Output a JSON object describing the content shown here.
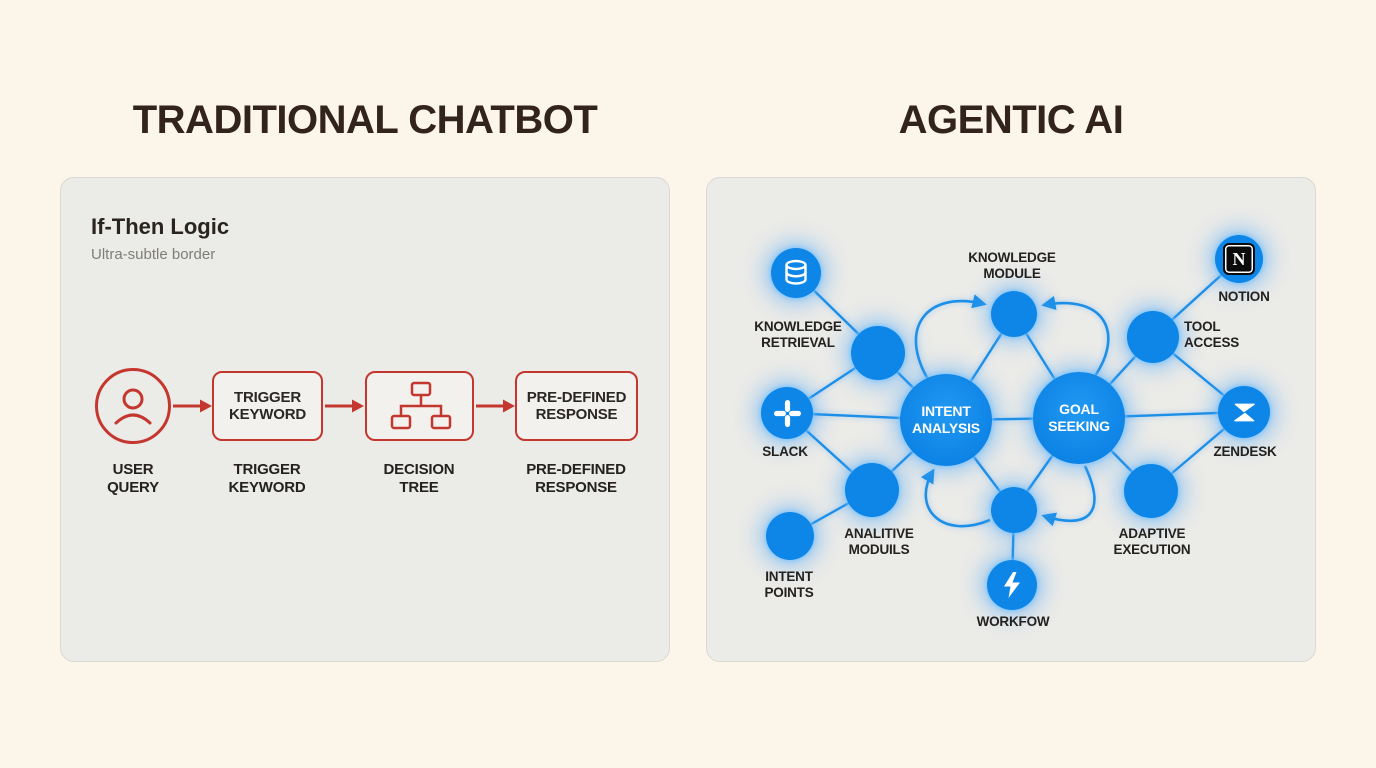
{
  "colors": {
    "background": "#fcf5e9",
    "panel": "#ebebe8",
    "accent_red": "#c4372f",
    "accent_blue": "#0d86e8",
    "title_text": "#32231c",
    "label_text": "#24211e"
  },
  "left": {
    "title": "TRADITIONAL CHATBOT",
    "card": {
      "heading": "If-Then Logic",
      "subheading": "Ultra-subtle border",
      "boxes": {
        "trigger_keyword": "TRIGGER KEYWORD",
        "pre_defined_response": "PRE-DEFINED RESPONSE"
      },
      "labels": {
        "user_query": "USER QUERY",
        "trigger_keyword": "TRIGGER KEYWORD",
        "decision_tree": "DECISION TREE",
        "pre_defined_response": "PRE-DEFINED RESPONSE"
      },
      "icons": [
        "user-icon",
        "decision-tree-icon",
        "flow-arrow-icon"
      ]
    }
  },
  "right": {
    "title": "AGENTIC AI",
    "nodes": {
      "knowledge_retrieval": {
        "label": "KNOWLEDGE RETRIEVAL",
        "icon": "database-icon"
      },
      "slack": {
        "label": "SLACK",
        "icon": "slack-icon"
      },
      "intent_points": {
        "label": "INTENT POINTS"
      },
      "analitive_moduls": {
        "label": "ANALITIVE MODUILS"
      },
      "intent_analysis": {
        "label": "INTENT ANALYSIS"
      },
      "goal_seeking": {
        "label": "GOAL SEEKING"
      },
      "knowledge_module": {
        "label": "KNOWLEDGE MODULE"
      },
      "workflow": {
        "label": "WORKFOW",
        "icon": "lightning-icon"
      },
      "adaptive_execution": {
        "label": "ADAPTIVE EXECUTION"
      },
      "tool_access": {
        "label": "TOOL ACCESS"
      },
      "notion": {
        "label": "NOTION",
        "icon": "notion-icon",
        "icon_letter": "N"
      },
      "zendesk": {
        "label": "ZENDESK",
        "icon": "zendesk-icon"
      }
    }
  }
}
